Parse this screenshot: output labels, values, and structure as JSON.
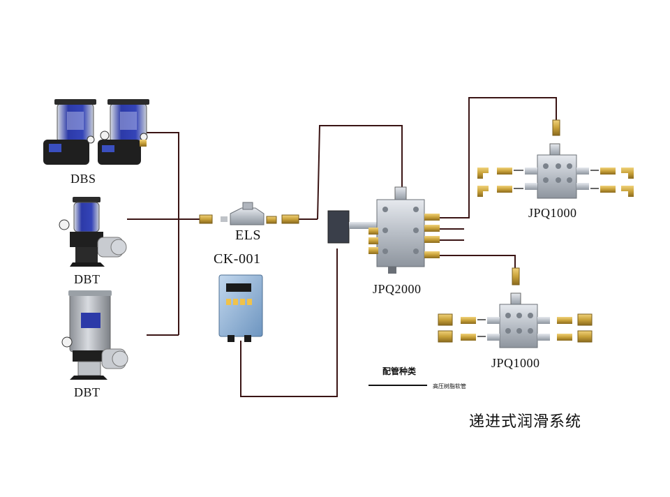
{
  "labels": {
    "dbs": "DBS",
    "dbt_1": "DBT",
    "dbt_2": "DBT",
    "els": "ELS",
    "controller": "CK-001",
    "main_divider": "JPQ2000",
    "sub_divider_1": "JPQ1000",
    "sub_divider_2": "JPQ1000"
  },
  "legend": {
    "title": "配管种类",
    "line_label": "高压树脂软管"
  },
  "system_title": "递进式润滑系统",
  "colors": {
    "pipe": "#5a1a1a",
    "brass": "#c9a23a",
    "steel": "#c7ccd3",
    "reservoir": "#2c3aa8",
    "pump_body": "#2a2a2a",
    "controller_body": "#8fb4d8"
  }
}
